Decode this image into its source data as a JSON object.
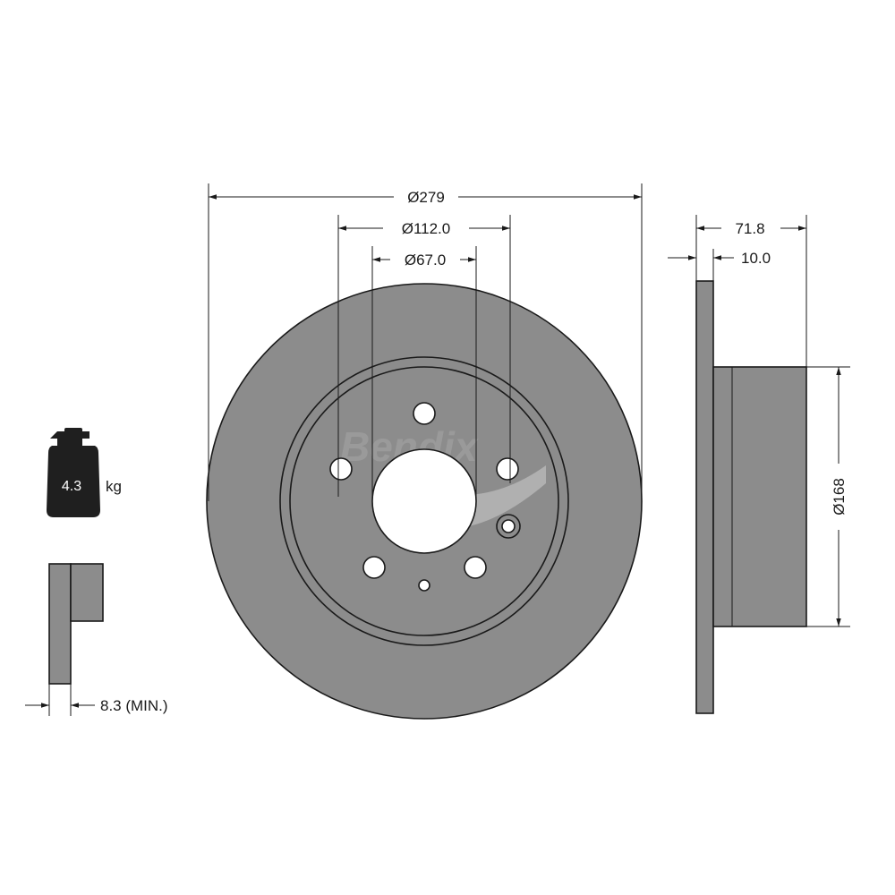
{
  "brand": "Bendix",
  "colors": {
    "disc_fill": "#8c8c8c",
    "line": "#1a1a1a",
    "weight_icon": "#1f1f1f",
    "logo": "#9a9a9a"
  },
  "dimensions": {
    "outer_diameter": "Ø279",
    "bolt_circle": "Ø112.0",
    "center_bore": "Ø67.0",
    "overall_height": "71.8",
    "disc_thickness": "10.0",
    "hat_diameter": "Ø168",
    "min_thickness": "8.3 (MIN.)"
  },
  "weight": {
    "value": "4.3",
    "unit": "kg",
    "icon": "weight-icon"
  }
}
